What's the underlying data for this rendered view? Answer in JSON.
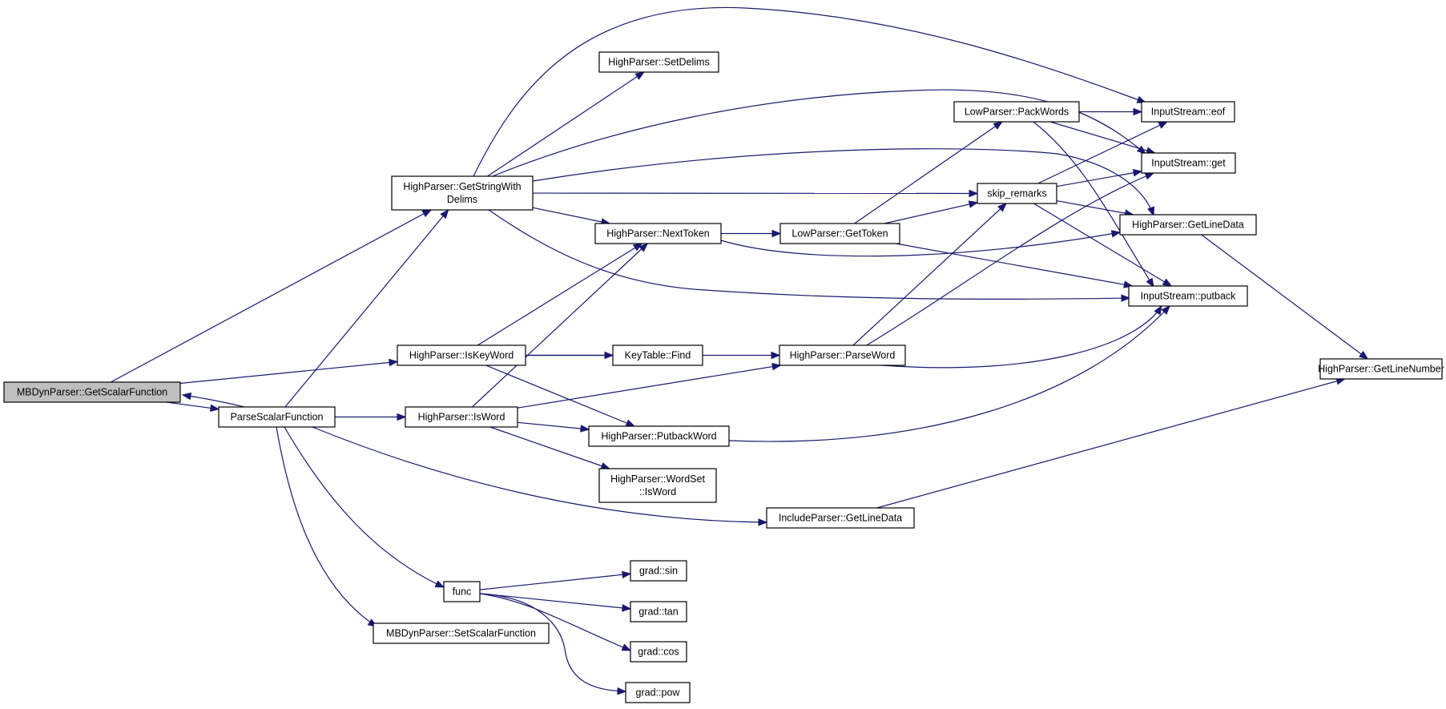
{
  "nodes": [
    {
      "id": "getScalarFunction",
      "lines": [
        "MBDynParser::GetScalarFunction"
      ],
      "root": true
    },
    {
      "id": "parseScalarFunction",
      "lines": [
        "ParseScalarFunction"
      ]
    },
    {
      "id": "getStringWithDelims",
      "lines": [
        "HighParser::GetStringWith",
        "Delims"
      ]
    },
    {
      "id": "setDelims",
      "lines": [
        "HighParser::SetDelims"
      ]
    },
    {
      "id": "isKeyWord",
      "lines": [
        "HighParser::IsKeyWord"
      ]
    },
    {
      "id": "isWord",
      "lines": [
        "HighParser::IsWord"
      ]
    },
    {
      "id": "func",
      "lines": [
        "func"
      ]
    },
    {
      "id": "setScalarFunction",
      "lines": [
        "MBDynParser::SetScalarFunction"
      ]
    },
    {
      "id": "nextToken",
      "lines": [
        "HighParser::NextToken"
      ]
    },
    {
      "id": "keyTableFind",
      "lines": [
        "KeyTable::Find"
      ]
    },
    {
      "id": "putbackWord",
      "lines": [
        "HighParser::PutbackWord"
      ]
    },
    {
      "id": "wordSetIsWord",
      "lines": [
        "HighParser::WordSet",
        "::IsWord"
      ]
    },
    {
      "id": "gradSin",
      "lines": [
        "grad::sin"
      ]
    },
    {
      "id": "gradTan",
      "lines": [
        "grad::tan"
      ]
    },
    {
      "id": "gradCos",
      "lines": [
        "grad::cos"
      ]
    },
    {
      "id": "gradPow",
      "lines": [
        "grad::pow"
      ]
    },
    {
      "id": "getToken",
      "lines": [
        "LowParser::GetToken"
      ]
    },
    {
      "id": "parseWord",
      "lines": [
        "HighParser::ParseWord"
      ]
    },
    {
      "id": "includeGetLineData",
      "lines": [
        "IncludeParser::GetLineData"
      ]
    },
    {
      "id": "packWords",
      "lines": [
        "LowParser::PackWords"
      ]
    },
    {
      "id": "skipRemarks",
      "lines": [
        "skip_remarks"
      ]
    },
    {
      "id": "eof",
      "lines": [
        "InputStream::eof"
      ]
    },
    {
      "id": "get",
      "lines": [
        "InputStream::get"
      ]
    },
    {
      "id": "getLineData",
      "lines": [
        "HighParser::GetLineData"
      ]
    },
    {
      "id": "putback",
      "lines": [
        "InputStream::putback"
      ]
    },
    {
      "id": "getLineNumber",
      "lines": [
        "HighParser::GetLineNumber"
      ]
    }
  ],
  "edges": [
    {
      "from": "getScalarFunction",
      "to": "getStringWithDelims"
    },
    {
      "from": "getScalarFunction",
      "to": "isKeyWord"
    },
    {
      "from": "getScalarFunction",
      "to": "parseScalarFunction"
    },
    {
      "from": "parseScalarFunction",
      "to": "getScalarFunction"
    },
    {
      "from": "parseScalarFunction",
      "to": "getStringWithDelims"
    },
    {
      "from": "parseScalarFunction",
      "to": "isWord"
    },
    {
      "from": "parseScalarFunction",
      "to": "func"
    },
    {
      "from": "parseScalarFunction",
      "to": "setScalarFunction"
    },
    {
      "from": "parseScalarFunction",
      "to": "includeGetLineData"
    },
    {
      "from": "getStringWithDelims",
      "to": "setDelims"
    },
    {
      "from": "getStringWithDelims",
      "to": "eof"
    },
    {
      "from": "getStringWithDelims",
      "to": "get"
    },
    {
      "from": "getStringWithDelims",
      "to": "getLineData"
    },
    {
      "from": "getStringWithDelims",
      "to": "skipRemarks"
    },
    {
      "from": "getStringWithDelims",
      "to": "nextToken"
    },
    {
      "from": "getStringWithDelims",
      "to": "putback"
    },
    {
      "from": "isKeyWord",
      "to": "nextToken"
    },
    {
      "from": "isKeyWord",
      "to": "keyTableFind"
    },
    {
      "from": "isKeyWord",
      "to": "parseWord"
    },
    {
      "from": "isKeyWord",
      "to": "putbackWord"
    },
    {
      "from": "isWord",
      "to": "nextToken"
    },
    {
      "from": "isWord",
      "to": "parseWord"
    },
    {
      "from": "isWord",
      "to": "putbackWord"
    },
    {
      "from": "isWord",
      "to": "wordSetIsWord"
    },
    {
      "from": "nextToken",
      "to": "getToken"
    },
    {
      "from": "nextToken",
      "to": "getLineData"
    },
    {
      "from": "getToken",
      "to": "packWords"
    },
    {
      "from": "getToken",
      "to": "skipRemarks"
    },
    {
      "from": "getToken",
      "to": "putback"
    },
    {
      "from": "packWords",
      "to": "eof"
    },
    {
      "from": "packWords",
      "to": "get"
    },
    {
      "from": "packWords",
      "to": "putback"
    },
    {
      "from": "skipRemarks",
      "to": "eof"
    },
    {
      "from": "skipRemarks",
      "to": "get"
    },
    {
      "from": "skipRemarks",
      "to": "getLineData"
    },
    {
      "from": "skipRemarks",
      "to": "putback"
    },
    {
      "from": "parseWord",
      "to": "skipRemarks"
    },
    {
      "from": "parseWord",
      "to": "get"
    },
    {
      "from": "parseWord",
      "to": "putback"
    },
    {
      "from": "putbackWord",
      "to": "putback"
    },
    {
      "from": "getLineData",
      "to": "getLineNumber"
    },
    {
      "from": "includeGetLineData",
      "to": "getLineNumber"
    },
    {
      "from": "func",
      "to": "gradSin"
    },
    {
      "from": "func",
      "to": "gradTan"
    },
    {
      "from": "func",
      "to": "gradCos"
    },
    {
      "from": "func",
      "to": "gradPow"
    }
  ]
}
